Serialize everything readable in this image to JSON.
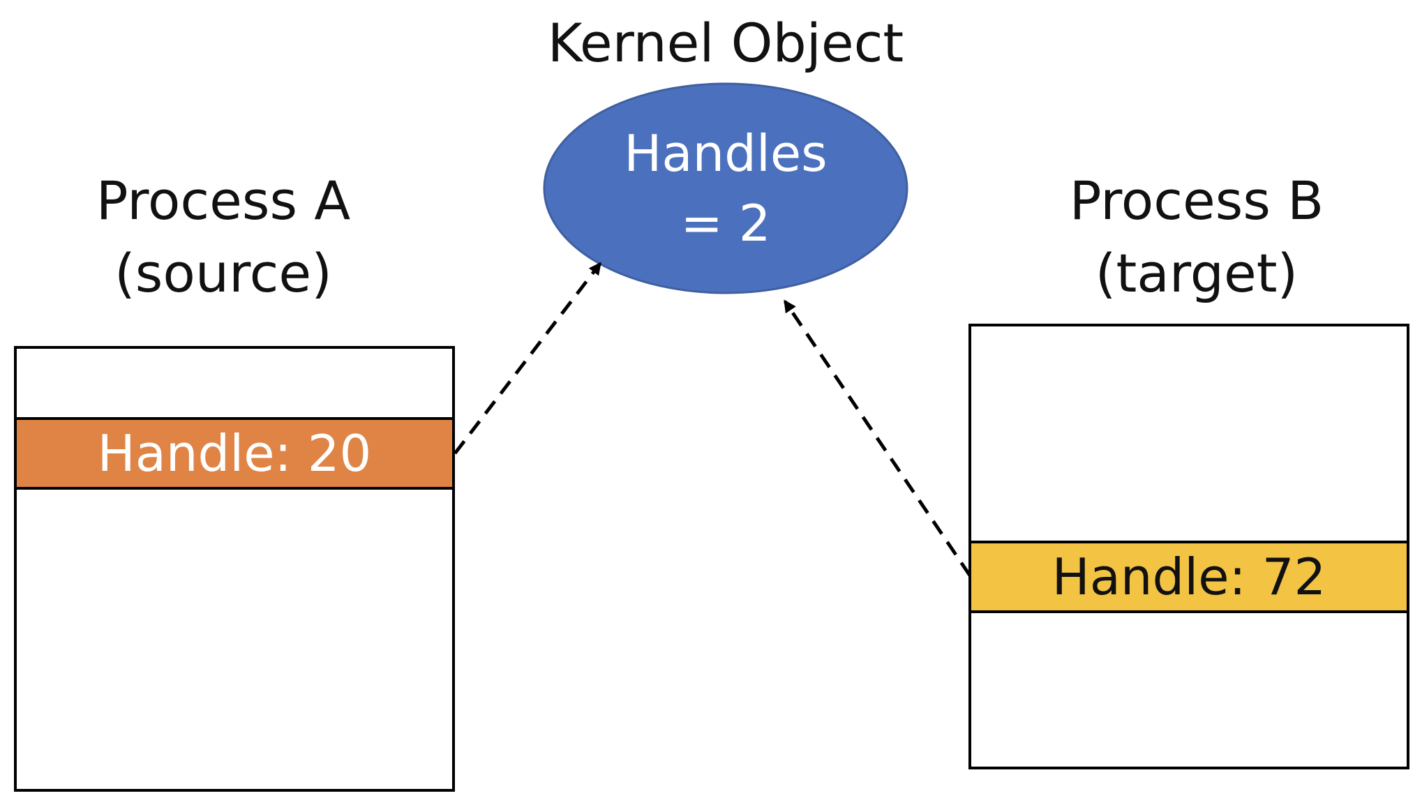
{
  "kernel_object": {
    "title": "Kernel Object",
    "content_line1": "Handles",
    "content_line2": "= 2",
    "fill_color": "#4b70be"
  },
  "process_a": {
    "title_line1": "Process A",
    "title_line2": "(source)",
    "handle_label": "Handle: 20",
    "handle_color": "#e08446"
  },
  "process_b": {
    "title_line1": "Process B",
    "title_line2": "(target)",
    "handle_label": "Handle: 72",
    "handle_color": "#f3c444"
  },
  "connectors": [
    {
      "from": "process-a-handle",
      "to": "kernel-object",
      "style": "dashed-arrow"
    },
    {
      "from": "process-b-handle",
      "to": "kernel-object",
      "style": "dashed-arrow"
    }
  ]
}
